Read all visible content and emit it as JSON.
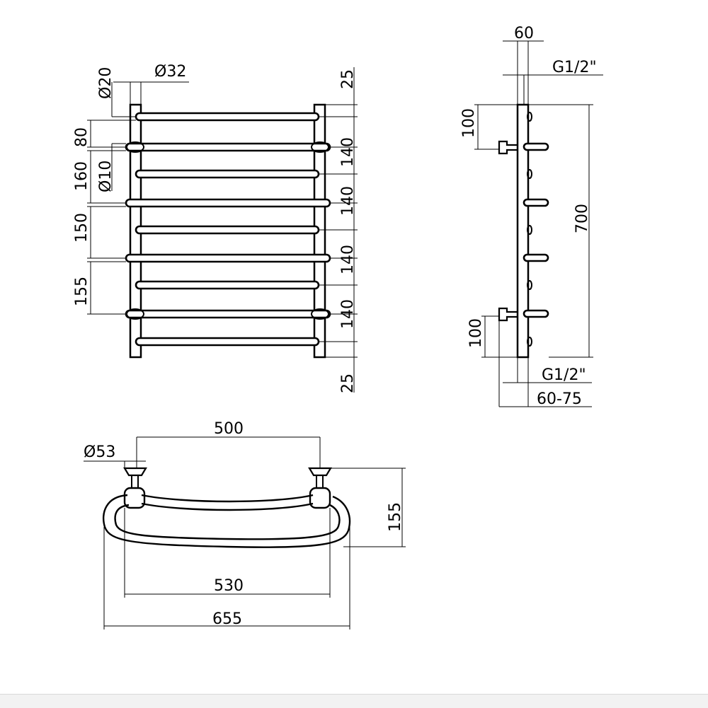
{
  "front_view": {
    "dims_left": {
      "d20": "Ø20",
      "d32": "Ø32",
      "h80": "80",
      "h160": "160",
      "d10": "Ø10",
      "h150": "150",
      "h155": "155"
    },
    "dims_right": {
      "top25": "25",
      "r140a": "140",
      "r140b": "140",
      "r140c": "140",
      "r140d": "140",
      "bot25": "25"
    }
  },
  "side_view": {
    "w60": "60",
    "g_top": "G1/2\"",
    "h100_top": "100",
    "h700": "700",
    "h100_bot": "100",
    "g_bot": "G1/2\"",
    "w60_75": "60-75"
  },
  "top_view": {
    "w500": "500",
    "d53": "Ø53",
    "h155": "155",
    "w530": "530",
    "w655": "655"
  }
}
